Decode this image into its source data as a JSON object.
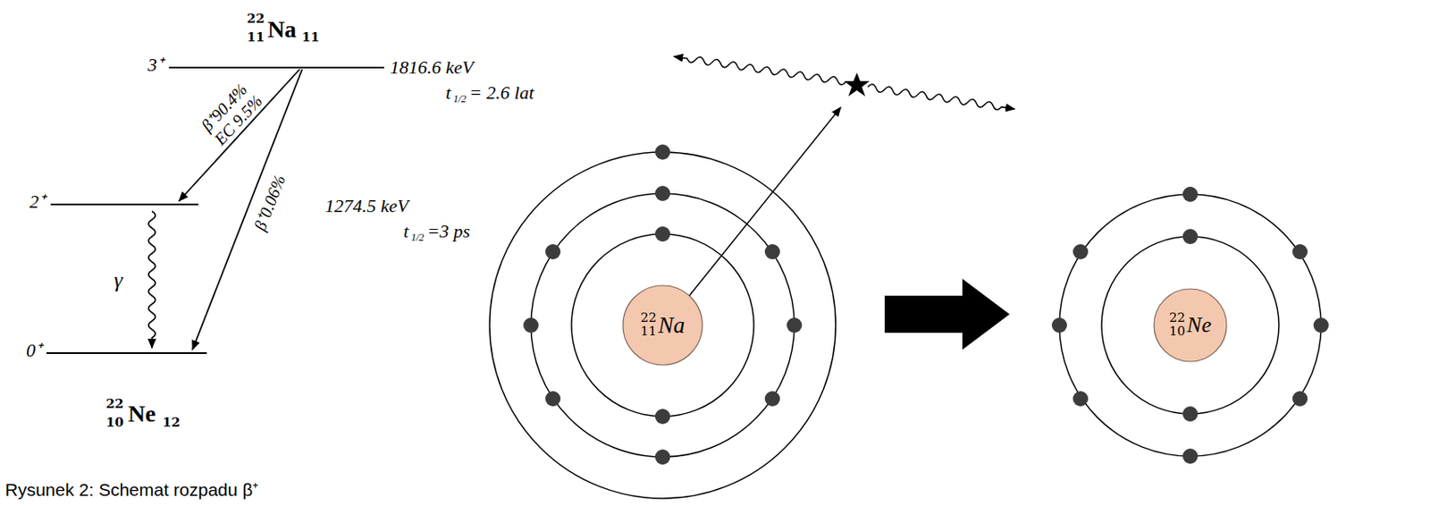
{
  "diagram": {
    "caption": "Rysunek 2: Schemat rozpadu β⁺",
    "nodes": [
      {
        "text": [
          "22",
          "11",
          "Na"
        ]
      },
      {
        "text": [
          "22",
          "10",
          "Ne"
        ]
      }
    ],
    "labels": [
      "22",
      "11",
      "Na",
      "11",
      "3⁺",
      "1816.6 keV",
      "t",
      "1/2",
      "= 2.6 lat",
      "β⁺90.4%",
      "EC 9.5%",
      "β⁺0.06%",
      "2⁺",
      "1274.5 keV",
      "t",
      "1/2",
      "=3 ps",
      "γ",
      "0⁺",
      "22",
      "10",
      "Ne",
      "12"
    ]
  }
}
